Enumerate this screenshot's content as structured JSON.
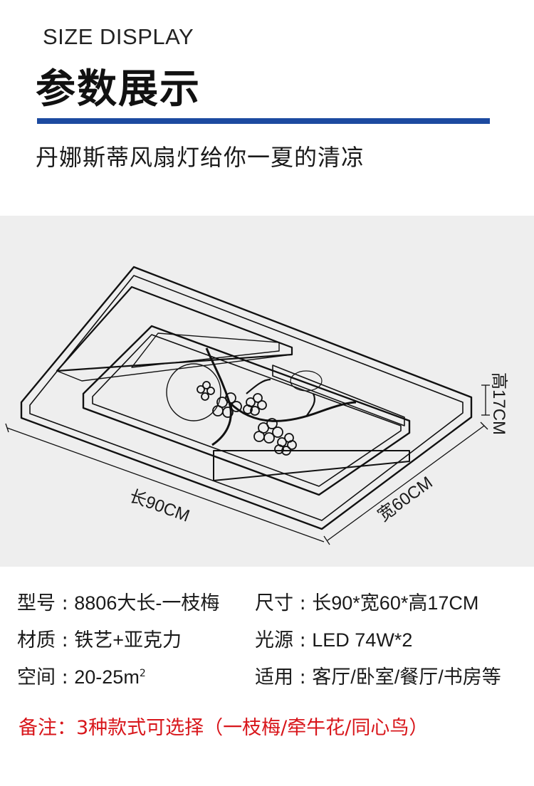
{
  "header": {
    "subtitle_en": "SIZE DISPLAY",
    "title_cn": "参数展示",
    "accent_color": "#1c4aa0",
    "tagline": "丹娜斯蒂风扇灯给你一夏的清凉"
  },
  "dimensions": {
    "length": "长90CM",
    "width": "宽60CM",
    "height": "高17CM"
  },
  "specs": {
    "model_label": "型号",
    "model_value": "8806大长-一枝梅",
    "size_label": "尺寸",
    "size_value": "长90*宽60*高17CM",
    "material_label": "材质",
    "material_value": "铁艺+亚克力",
    "light_label": "光源",
    "light_value": "LED 74W*2",
    "space_label": "空间",
    "space_value": "20-25m",
    "space_sup": "2",
    "use_label": "适用",
    "use_value": "客厅/卧室/餐厅/书房等",
    "separator": " : "
  },
  "note": {
    "text": "备注：3种款式可选择（一枝梅/牵牛花/同心鸟）",
    "color": "#d8161b"
  }
}
